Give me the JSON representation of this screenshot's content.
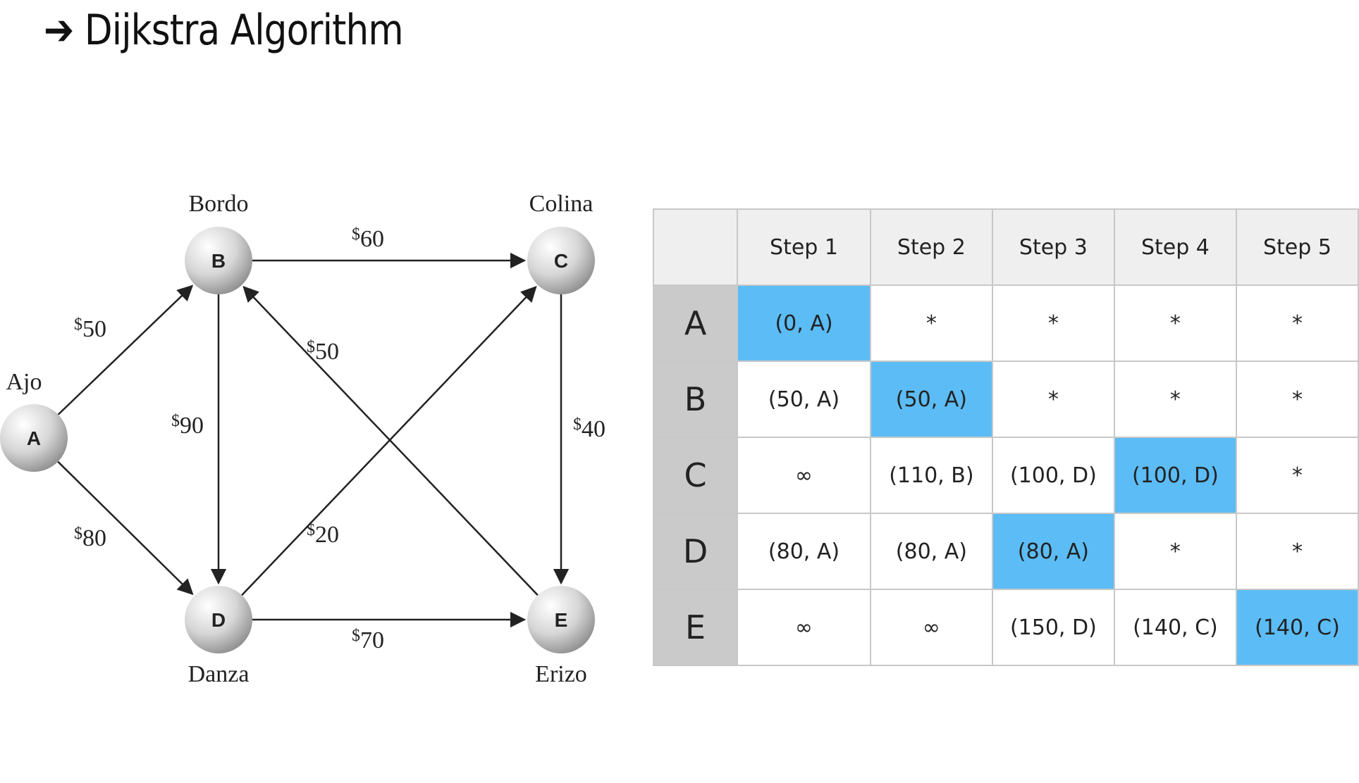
{
  "title": {
    "arrow": "➔",
    "text": "Dijkstra Algorithm"
  },
  "graph": {
    "nodes": [
      {
        "id": "A",
        "letter": "A",
        "city": "Ajo"
      },
      {
        "id": "B",
        "letter": "B",
        "city": "Bordo"
      },
      {
        "id": "C",
        "letter": "C",
        "city": "Colina"
      },
      {
        "id": "D",
        "letter": "D",
        "city": "Danza"
      },
      {
        "id": "E",
        "letter": "E",
        "city": "Erizo"
      }
    ],
    "edges": [
      {
        "from": "A",
        "to": "B",
        "cost": "50"
      },
      {
        "from": "A",
        "to": "D",
        "cost": "80"
      },
      {
        "from": "B",
        "to": "C",
        "cost": "60"
      },
      {
        "from": "B",
        "to": "D",
        "cost": "90"
      },
      {
        "from": "C",
        "to": "E",
        "cost": "40"
      },
      {
        "from": "D",
        "to": "C",
        "cost": "20"
      },
      {
        "from": "D",
        "to": "E",
        "cost": "70"
      },
      {
        "from": "E",
        "to": "B",
        "cost": "50"
      }
    ],
    "currency_symbol": "$"
  },
  "table": {
    "headers": [
      "Step 1",
      "Step 2",
      "Step 3",
      "Step 4",
      "Step 5"
    ],
    "rows": [
      {
        "label": "A",
        "cells": [
          "(0, A)",
          "*",
          "*",
          "*",
          "*"
        ],
        "selected": [
          true,
          false,
          false,
          false,
          false
        ]
      },
      {
        "label": "B",
        "cells": [
          "(50, A)",
          "(50, A)",
          "*",
          "*",
          "*"
        ],
        "selected": [
          false,
          true,
          false,
          false,
          false
        ]
      },
      {
        "label": "C",
        "cells": [
          "∞",
          "(110, B)",
          "(100, D)",
          "(100, D)",
          "*"
        ],
        "selected": [
          false,
          false,
          false,
          true,
          false
        ]
      },
      {
        "label": "D",
        "cells": [
          "(80, A)",
          "(80, A)",
          "(80, A)",
          "*",
          "*"
        ],
        "selected": [
          false,
          false,
          true,
          false,
          false
        ]
      },
      {
        "label": "E",
        "cells": [
          "∞",
          "∞",
          "(150, D)",
          "(140, C)",
          "(140, C)"
        ],
        "selected": [
          false,
          false,
          false,
          false,
          true
        ]
      }
    ],
    "selected_color": "#5cbcf5"
  }
}
